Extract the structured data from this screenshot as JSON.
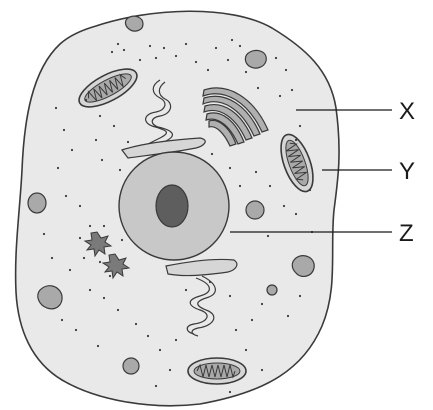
{
  "labels": {
    "x": "X",
    "y": "Y",
    "z": "Z"
  },
  "colors": {
    "cytoplasm": "#e9e9e9",
    "outline": "#3a3a3a",
    "nucleus": "#c8c8c8",
    "nucleolus": "#5e5e5e",
    "organelle": "#a9a9a9",
    "membrane_fill": "#d6d6d6"
  }
}
